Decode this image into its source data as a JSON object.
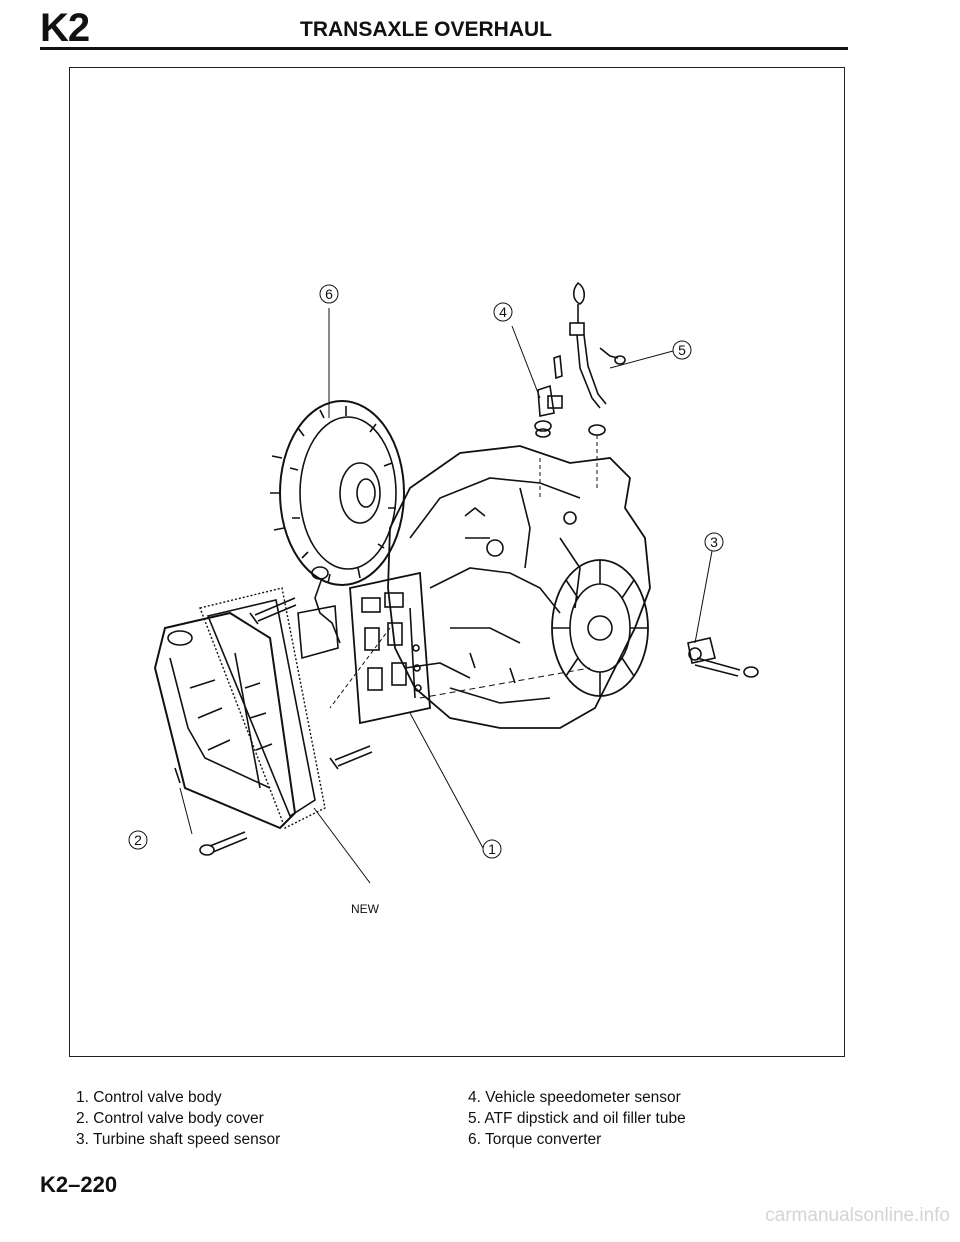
{
  "header": {
    "section_code": "K2",
    "title": "TRANSAXLE OVERHAUL"
  },
  "figure": {
    "callouts": [
      "1",
      "2",
      "3",
      "4",
      "5",
      "6"
    ],
    "note": "NEW"
  },
  "legend": {
    "left": [
      {
        "num": "1.",
        "text": "Control valve body"
      },
      {
        "num": "2.",
        "text": "Control valve body cover"
      },
      {
        "num": "3.",
        "text": "Turbine shaft speed sensor"
      }
    ],
    "right": [
      {
        "num": "4.",
        "text": "Vehicle speedometer sensor"
      },
      {
        "num": "5.",
        "text": "ATF dipstick and oil filler tube"
      },
      {
        "num": "6.",
        "text": "Torque converter"
      }
    ]
  },
  "footer": {
    "page_number": "K2–220",
    "watermark": "carmanualsonline.info"
  }
}
